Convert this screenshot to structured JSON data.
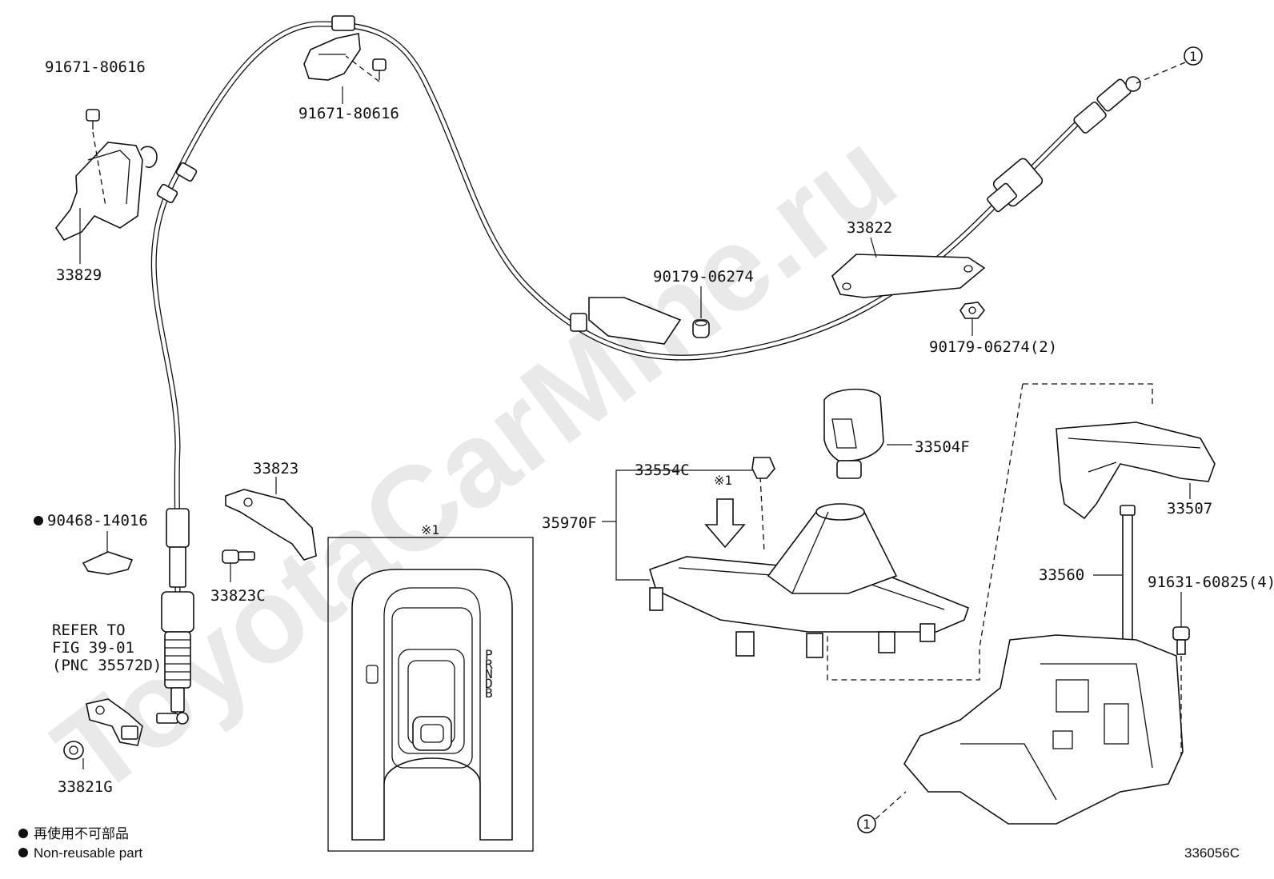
{
  "watermark": "ToyotaCarMine.ru",
  "diagram_code": "336056C",
  "legend": {
    "reuse_jp": "再使用不可部品",
    "reuse_en": "Non-reusable part"
  },
  "detail_marker": "※1",
  "circle_ref": "1",
  "refer_note": {
    "line1": "REFER TO",
    "line2": "FIG 39-01",
    "line3": "(PNC 35572D)"
  },
  "shift_positions": [
    "P",
    "R",
    "N",
    "D",
    "B"
  ],
  "parts": {
    "p91671_left": "91671-80616",
    "p91671_top": "91671-80616",
    "p33829": "33829",
    "p33822": "33822",
    "p90179": "90179-06274",
    "p90179_2": "90179-06274(2)",
    "p33823": "33823",
    "p90468": "90468-14016",
    "p33823C": "33823C",
    "p33821G": "33821G",
    "p33554C": "33554C",
    "p35970F": "35970F",
    "p33504F": "33504F",
    "p33507": "33507",
    "p33560": "33560",
    "p91631": "91631-60825(4)"
  }
}
